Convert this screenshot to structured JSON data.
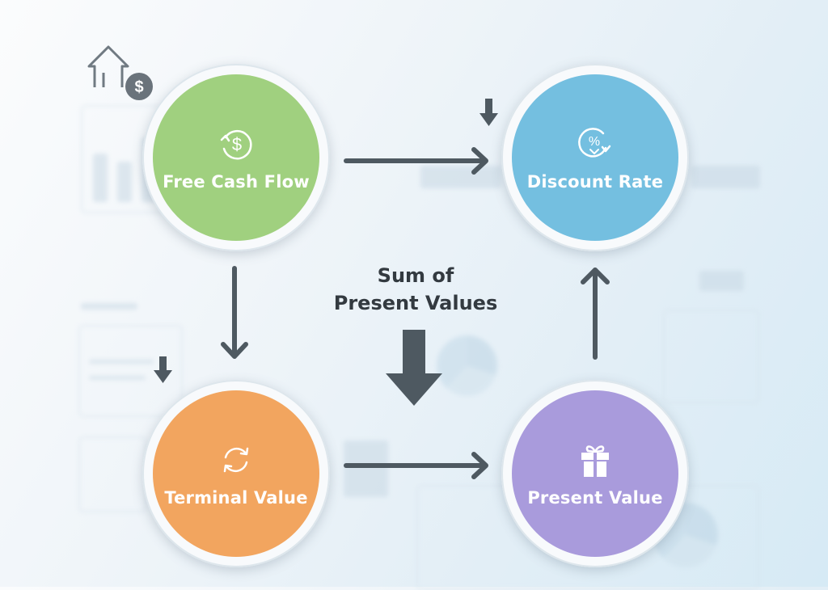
{
  "diagram": {
    "title": "Discounted Cash Flow Process",
    "nodes": [
      {
        "id": "fcf",
        "label": "Free Cash Flow",
        "icon": "dollar-cycle-icon",
        "color": "#a0d07f"
      },
      {
        "id": "dr",
        "label": "Discount Rate",
        "icon": "percent-cycle-icon",
        "color": "#74bfe0"
      },
      {
        "id": "tv",
        "label": "Terminal Value",
        "icon": "refresh-icon",
        "color": "#f2a55f"
      },
      {
        "id": "pv",
        "label": "Present Value",
        "icon": "gift-icon",
        "color": "#a99bdc"
      }
    ],
    "edges": [
      {
        "from": "fcf",
        "to": "dr"
      },
      {
        "from": "fcf",
        "to": "tv"
      },
      {
        "from": "tv",
        "to": "pv"
      },
      {
        "from": "pv",
        "to": "dr"
      }
    ],
    "center_label_line1": "Sum of",
    "center_label_line2": "Present Values",
    "decorations": [
      "up-arrow-dollar-icon",
      "small-down-arrow-icon",
      "small-down-arrow-icon"
    ],
    "arrow_color": "#4e5961"
  }
}
